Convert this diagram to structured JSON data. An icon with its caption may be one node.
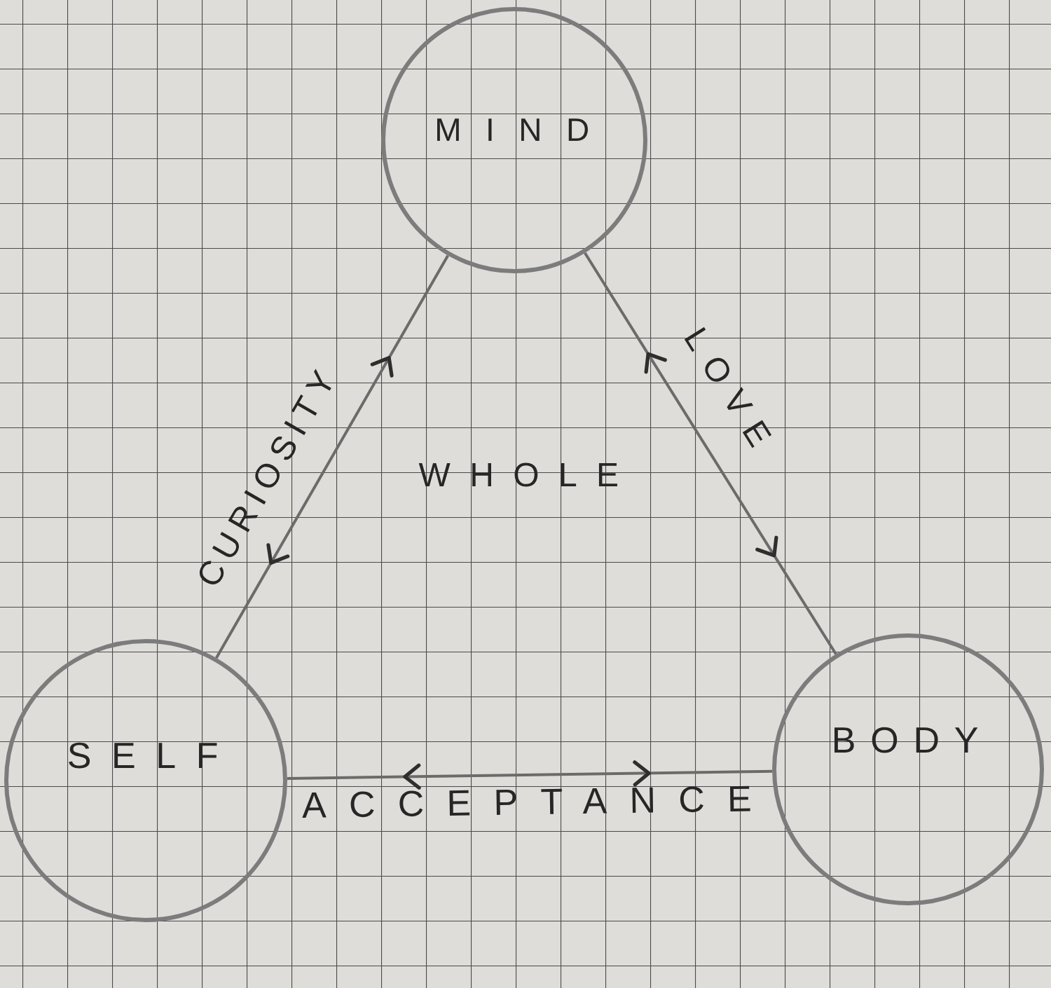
{
  "diagram": {
    "nodes": [
      {
        "text": [
          "MIND"
        ]
      },
      {
        "text": [
          "SELF"
        ]
      },
      {
        "text": [
          "BODY"
        ]
      }
    ],
    "edges": [
      {
        "from": 1,
        "to": 0,
        "arrow": "both",
        "label": "CURIOSITY"
      },
      {
        "from": 0,
        "to": 2,
        "arrow": "both",
        "label": "LOVE"
      },
      {
        "from": 1,
        "to": 2,
        "arrow": "both",
        "label": "ACCEPTANCE"
      }
    ],
    "labels": [
      "WHOLE"
    ]
  }
}
